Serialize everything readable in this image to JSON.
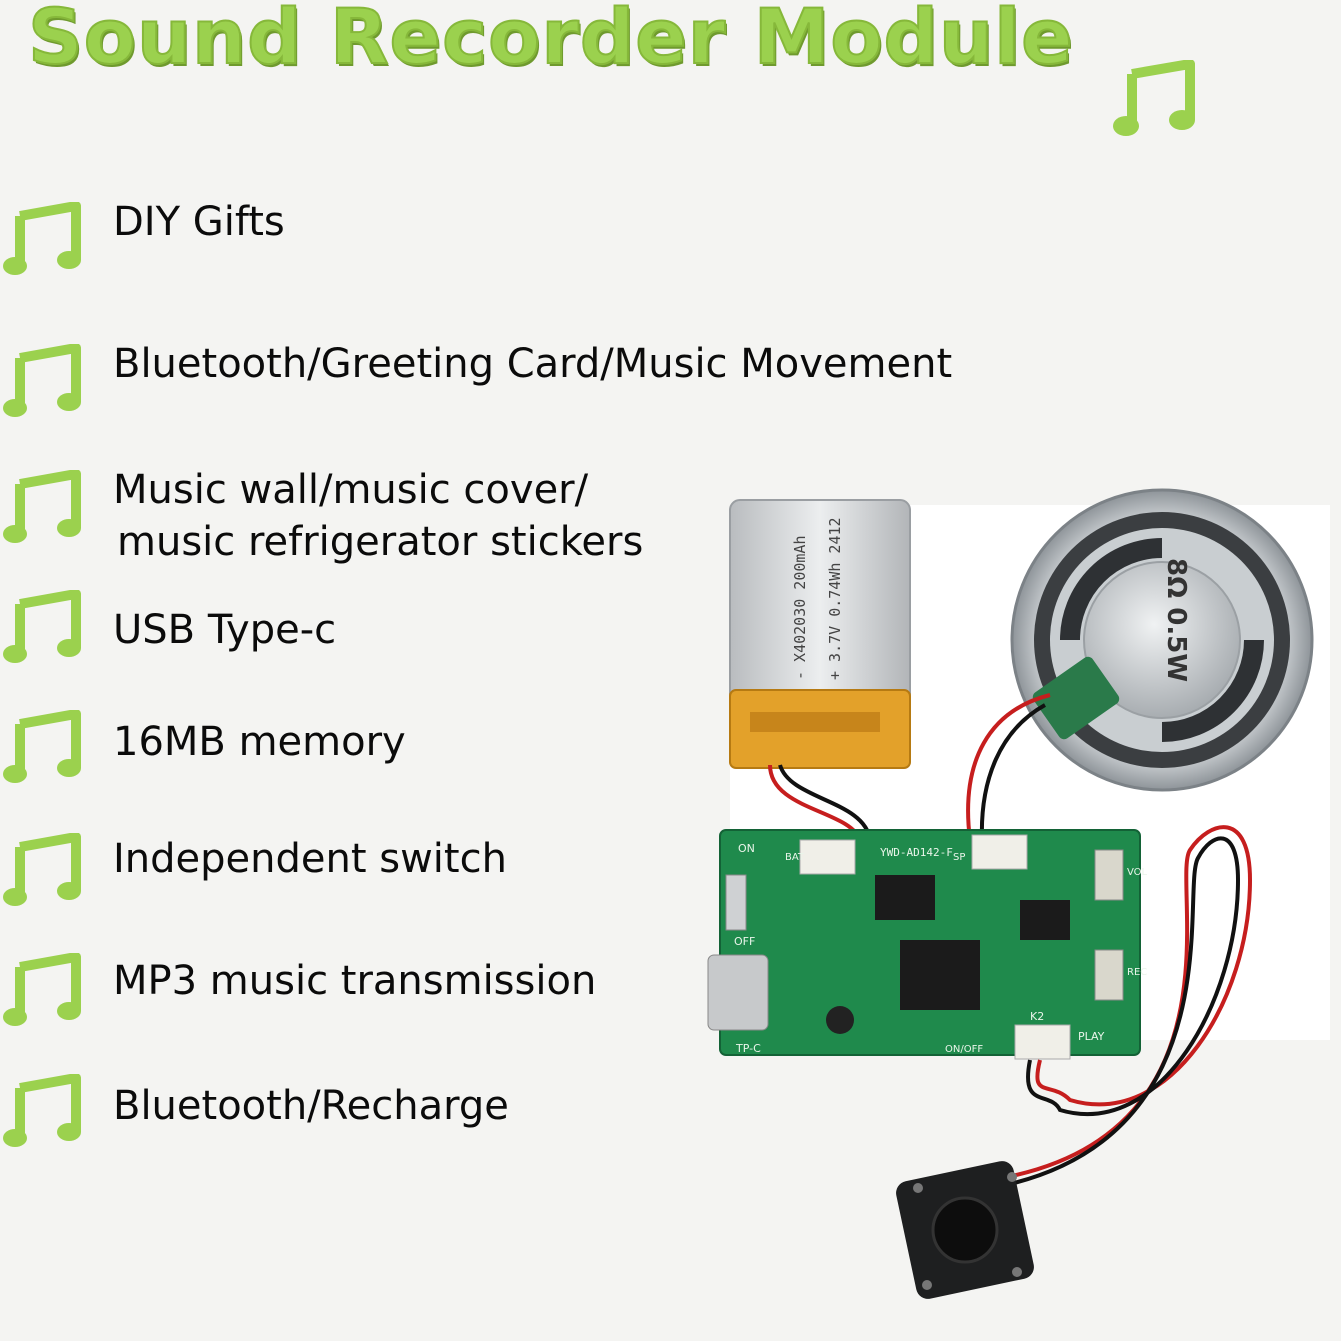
{
  "title": "Sound Recorder Module",
  "features": [
    "DIY Gifts",
    "Bluetooth/Greeting Card/Music Movement",
    "Music wall/music cover/",
    "music refrigerator stickers",
    "USB Type-c",
    "16MB memory",
    "Independent switch",
    "MP3 music transmission",
    "Bluetooth/Recharge"
  ],
  "product": {
    "battery_text": "- X402030 200mAh",
    "battery_text2": "+ 3.7V 0.74Wh 2412",
    "speaker_text": "8Ω 0.5W",
    "board_model": "YWD-AD142-F",
    "board_labels": [
      "ON",
      "OFF",
      "BAT",
      "SP",
      "TP-C",
      "VOL",
      "REC",
      "PLAY",
      "K2",
      "ON/OFF"
    ]
  },
  "colors": {
    "accent_green": "#9bd14e",
    "text": "#0b0b0b",
    "background": "#f4f4f2",
    "pcb_green": "#1f8a4c"
  },
  "icons": [
    "music-note-icon"
  ]
}
